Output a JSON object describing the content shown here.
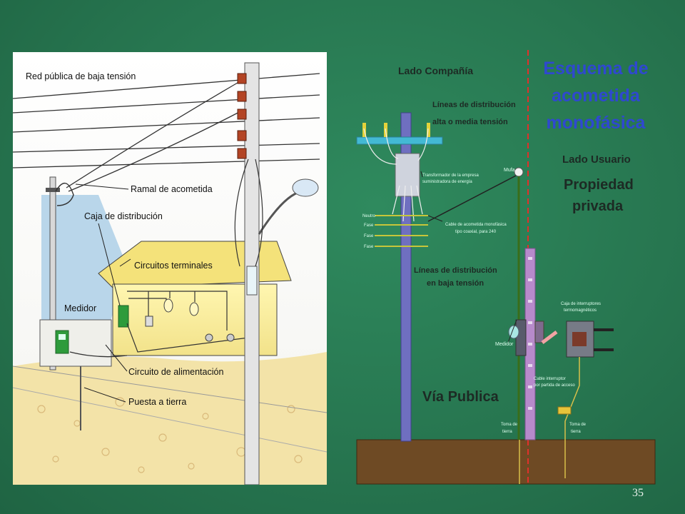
{
  "slide_number": "35",
  "left_diagram": {
    "labels": {
      "red_publica": "Red pública de baja tensión",
      "ramal": "Ramal de acometida",
      "caja": "Caja de distribución",
      "circuitos": "Circuitos terminales",
      "medidor": "Medidor",
      "circuito_alim": "Circuito de alimentación",
      "puesta_tierra": "Puesta a tierra"
    }
  },
  "right_diagram": {
    "title_lines": [
      "Esquema de",
      "acometida",
      "monofásica"
    ],
    "lado_compania": "Lado Compañía",
    "lado_usuario": "Lado Usuario",
    "propiedad_lines": [
      "Propiedad",
      "privada"
    ],
    "lineas_alta": [
      "Líneas de distribución",
      "alta o media tensión"
    ],
    "lineas_baja": [
      "Líneas de distribución",
      "en baja tensión"
    ],
    "transformador": [
      "Transformador de la empresa",
      "suministradora de energía"
    ],
    "cable_dist": [
      "Cable de acometida monofásica",
      "tipo coaxial, para 240"
    ],
    "line_tags": [
      "Neutro",
      "Fase",
      "Fase",
      "Fase"
    ],
    "mufa": "Mufa",
    "medidor": "Medidor",
    "caja_interruptores": [
      "Caja de interruptores",
      "termomagnéticos"
    ],
    "cable_interruptor": [
      "Cable interruptor",
      "por partida de acceso"
    ],
    "via_publica": "Vía Publica",
    "tierra_1": [
      "Toma de",
      "tierra"
    ],
    "tierra_2": [
      "Toma de",
      "tierra"
    ]
  }
}
